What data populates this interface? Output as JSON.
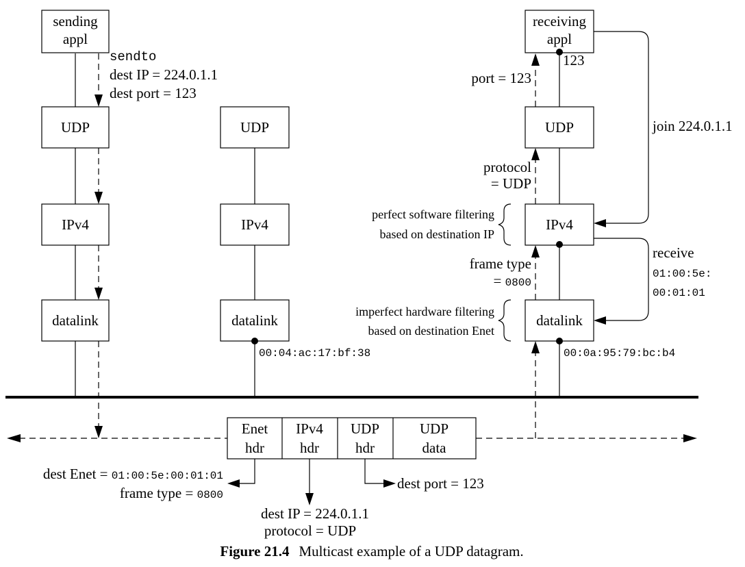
{
  "hosts": {
    "sender": {
      "appl_line1": "sending",
      "appl_line2": "appl",
      "udp": "UDP",
      "ipv4": "IPv4",
      "datalink": "datalink"
    },
    "middle": {
      "udp": "UDP",
      "ipv4": "IPv4",
      "datalink": "datalink",
      "enet_addr": "00:04:ac:17:bf:38"
    },
    "receiver": {
      "appl_line1": "receiving",
      "appl_line2": "appl",
      "port_num": "123",
      "udp": "UDP",
      "ipv4": "IPv4",
      "datalink": "datalink",
      "enet_addr": "00:0a:95:79:bc:b4"
    }
  },
  "sendto": {
    "call": "sendto",
    "dest_ip": "dest IP = 224.0.1.1",
    "dest_port": "dest port = 123"
  },
  "receiver_labels": {
    "port": "port = 123",
    "protocol_line1": "protocol",
    "protocol_line2": "= UDP",
    "frame_type_line1": "frame type",
    "frame_type_eq": "= ",
    "frame_type_value": "0800",
    "sw_filter_line1": "perfect software filtering",
    "sw_filter_line2": "based on destination IP",
    "hw_filter_line1": "imperfect hardware filtering",
    "hw_filter_line2": "based on destination Enet",
    "join": "join 224.0.1.1",
    "receive": "receive",
    "receive_addr1": "01:00:5e:",
    "receive_addr2": "00:01:01"
  },
  "frame": {
    "cells": [
      {
        "line1": "Enet",
        "line2": "hdr"
      },
      {
        "line1": "IPv4",
        "line2": "hdr"
      },
      {
        "line1": "UDP",
        "line2": "hdr"
      },
      {
        "line1": "UDP",
        "line2": "data"
      }
    ]
  },
  "frame_labels": {
    "dest_enet_text": "dest Enet = ",
    "dest_enet_value": "01:00:5e:00:01:01",
    "frame_type_text": "frame type = ",
    "frame_type_value": "0800",
    "dest_ip": "dest IP = 224.0.1.1",
    "protocol": "protocol = UDP",
    "dest_port": "dest port = 123"
  },
  "caption": {
    "label": "Figure 21.4",
    "text": "Multicast example of a UDP datagram."
  }
}
